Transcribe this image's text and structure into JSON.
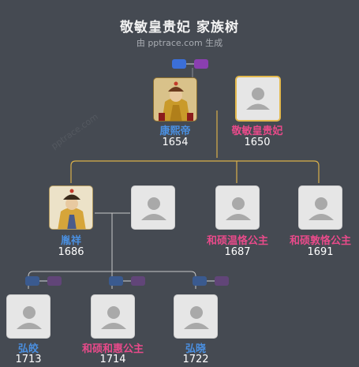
{
  "title": "敬敏皇贵妃 家族树",
  "subtitle": "由 pptrace.com 生成",
  "watermark": "pptrace.com",
  "colors": {
    "male": "#4a90e2",
    "female": "#e84a8a",
    "spouse_border": "#e3b94d",
    "link": "#d9b04a",
    "line": "#c8c8c8"
  },
  "people": [
    {
      "id": "kangxi",
      "name": "康熙帝",
      "year": "1654",
      "gender": "male",
      "photo": "emperor-portrait"
    },
    {
      "id": "jingmin",
      "name": "敬敏皇贵妃",
      "year": "1650",
      "gender": "female",
      "photo": "person-placeholder"
    },
    {
      "id": "yinxiang",
      "name": "胤祥",
      "year": "1686",
      "gender": "male",
      "photo": "prince-portrait"
    },
    {
      "id": "spouse2",
      "name": "",
      "year": "",
      "gender": "unknown",
      "photo": "person-placeholder"
    },
    {
      "id": "wenke",
      "name": "和硕温恪公主",
      "year": "1687",
      "gender": "female",
      "photo": "person-placeholder"
    },
    {
      "id": "dunke",
      "name": "和硕敦恪公主",
      "year": "1691",
      "gender": "female",
      "photo": "person-placeholder"
    },
    {
      "id": "hongjiao",
      "name": "弘皎",
      "year": "1713",
      "gender": "male",
      "photo": "person-placeholder"
    },
    {
      "id": "hehui",
      "name": "和硕和惠公主",
      "year": "1714",
      "gender": "female",
      "photo": "person-placeholder"
    },
    {
      "id": "hongxiao",
      "name": "弘晓",
      "year": "1722",
      "gender": "male",
      "photo": "person-placeholder"
    }
  ]
}
